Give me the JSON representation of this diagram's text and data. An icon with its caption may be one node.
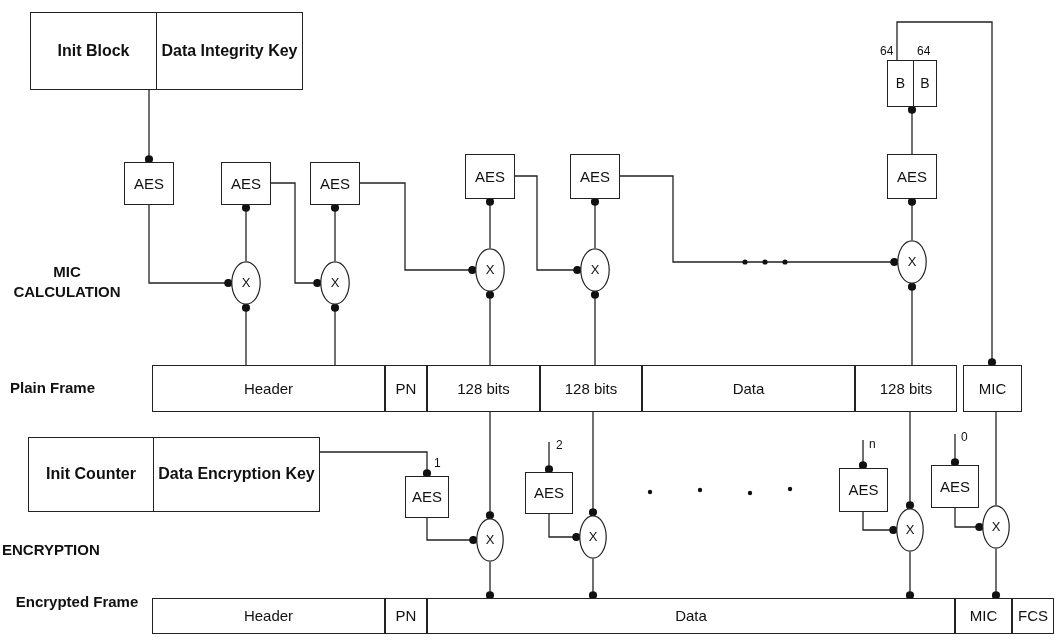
{
  "diagram": {
    "nodes": [
      {
        "text": [
          "Init Block",
          "Data Integrity Key"
        ]
      },
      {
        "text": [
          "AES"
        ]
      },
      {
        "text": [
          "AES"
        ]
      },
      {
        "text": [
          "AES"
        ]
      },
      {
        "text": [
          "AES"
        ]
      },
      {
        "text": [
          "AES"
        ]
      },
      {
        "text": [
          "B",
          "B"
        ],
        "beside": [
          "64",
          "64"
        ]
      },
      {
        "text": [
          "AES"
        ]
      },
      {
        "text": [
          "X"
        ]
      },
      {
        "text": [
          "X"
        ]
      },
      {
        "text": [
          "X"
        ]
      },
      {
        "text": [
          "X"
        ]
      },
      {
        "text": [
          "X"
        ]
      },
      {
        "text": [
          "Header"
        ]
      },
      {
        "text": [
          "PN"
        ]
      },
      {
        "text": [
          "128 bits"
        ]
      },
      {
        "text": [
          "128 bits"
        ]
      },
      {
        "text": [
          "Data"
        ]
      },
      {
        "text": [
          "128 bits"
        ]
      },
      {
        "text": [
          "MIC"
        ]
      },
      {
        "text": [
          "Init Counter",
          "Data Encryption Key"
        ]
      },
      {
        "text": [
          "AES"
        ],
        "beside": [
          "1"
        ]
      },
      {
        "text": [
          "AES"
        ],
        "beside": [
          "2"
        ]
      },
      {
        "text": [
          "AES"
        ],
        "beside": [
          "n"
        ]
      },
      {
        "text": [
          "AES"
        ],
        "beside": [
          "0"
        ]
      },
      {
        "text": [
          "X"
        ]
      },
      {
        "text": [
          "X"
        ]
      },
      {
        "text": [
          "X"
        ]
      },
      {
        "text": [
          "X"
        ]
      },
      {
        "text": [
          "Header"
        ]
      },
      {
        "text": [
          "PN"
        ]
      },
      {
        "text": [
          "Data"
        ]
      },
      {
        "text": [
          "MIC"
        ]
      },
      {
        "text": [
          "FCS"
        ]
      }
    ],
    "edges": [
      {
        "from": 0,
        "to": 1,
        "arrow": "other"
      },
      {
        "from": 1,
        "to": 8,
        "arrow": "other"
      },
      {
        "from": 8,
        "to": 2,
        "arrow": "other"
      },
      {
        "from": 13,
        "to": 8,
        "arrow": "other"
      },
      {
        "from": 2,
        "to": 9,
        "arrow": "other"
      },
      {
        "from": 9,
        "to": 3,
        "arrow": "other"
      },
      {
        "from": 13,
        "to": 9,
        "arrow": "other"
      },
      {
        "from": 3,
        "to": 10,
        "arrow": "other"
      },
      {
        "from": 10,
        "to": 4,
        "arrow": "other"
      },
      {
        "from": 15,
        "to": 10,
        "arrow": "other"
      },
      {
        "from": 4,
        "to": 11,
        "arrow": "other"
      },
      {
        "from": 11,
        "to": 5,
        "arrow": "other"
      },
      {
        "from": 16,
        "to": 11,
        "arrow": "other"
      },
      {
        "from": 5,
        "to": 12,
        "arrow": "other"
      },
      {
        "from": 12,
        "to": 7,
        "arrow": "other"
      },
      {
        "from": 18,
        "to": 12,
        "arrow": "other"
      },
      {
        "from": 7,
        "to": 6,
        "arrow": "other"
      },
      {
        "from": 6,
        "to": 19,
        "arrow": "other"
      },
      {
        "from": 20,
        "to": 21,
        "arrow": "other"
      },
      {
        "from": 21,
        "to": 25,
        "arrow": "other"
      },
      {
        "from": 15,
        "to": 25,
        "arrow": "other"
      },
      {
        "from": 25,
        "to": 31,
        "arrow": "other"
      },
      {
        "from": null,
        "to": 22,
        "arrow": "other"
      },
      {
        "from": 22,
        "to": 26,
        "arrow": "other"
      },
      {
        "from": 16,
        "to": 26,
        "arrow": "other"
      },
      {
        "from": 26,
        "to": 31,
        "arrow": "other"
      },
      {
        "from": null,
        "to": 23,
        "arrow": "other"
      },
      {
        "from": 23,
        "to": 27,
        "arrow": "other"
      },
      {
        "from": 18,
        "to": 27,
        "arrow": "other"
      },
      {
        "from": 27,
        "to": 31,
        "arrow": "other"
      },
      {
        "from": null,
        "to": 24,
        "arrow": "other"
      },
      {
        "from": 24,
        "to": 28,
        "arrow": "other"
      },
      {
        "from": 19,
        "to": 28,
        "arrow": "none"
      },
      {
        "from": 28,
        "to": 32,
        "arrow": "other"
      }
    ],
    "labels": [
      "MIC CALCULATION",
      "Plain Frame",
      "ENCRYPTION",
      "Encrypted Frame"
    ]
  }
}
